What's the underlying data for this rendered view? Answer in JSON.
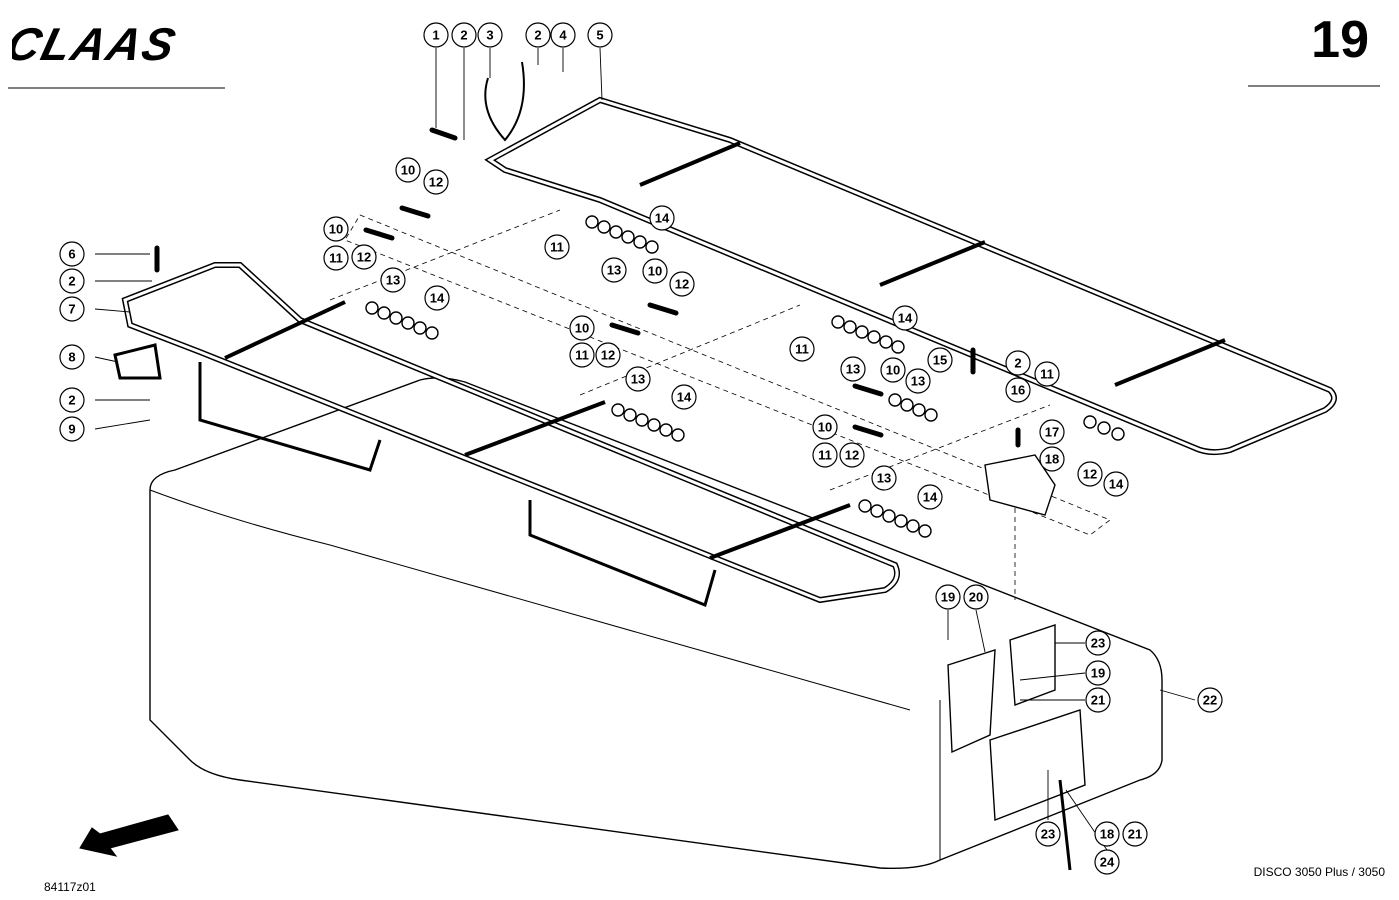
{
  "header": {
    "logo_text": "CLAAS",
    "sheet_number": "19"
  },
  "footer": {
    "drawing_id": "84117z01",
    "model": "DISCO 3050 Plus / 3050"
  },
  "callouts": [
    {
      "label": "1"
    },
    {
      "label": "2"
    },
    {
      "label": "3"
    },
    {
      "label": "2"
    },
    {
      "label": "4"
    },
    {
      "label": "5"
    },
    {
      "label": "10"
    },
    {
      "label": "12"
    },
    {
      "label": "10"
    },
    {
      "label": "12"
    },
    {
      "label": "11"
    },
    {
      "label": "13"
    },
    {
      "label": "14"
    },
    {
      "label": "11"
    },
    {
      "label": "14"
    },
    {
      "label": "13"
    },
    {
      "label": "10"
    },
    {
      "label": "12"
    },
    {
      "label": "6"
    },
    {
      "label": "2"
    },
    {
      "label": "7"
    },
    {
      "label": "8"
    },
    {
      "label": "2"
    },
    {
      "label": "9"
    },
    {
      "label": "10"
    },
    {
      "label": "11"
    },
    {
      "label": "12"
    },
    {
      "label": "13"
    },
    {
      "label": "14"
    },
    {
      "label": "11"
    },
    {
      "label": "14"
    },
    {
      "label": "13"
    },
    {
      "label": "10"
    },
    {
      "label": "13"
    },
    {
      "label": "15"
    },
    {
      "label": "2"
    },
    {
      "label": "16"
    },
    {
      "label": "11"
    },
    {
      "label": "17"
    },
    {
      "label": "18"
    },
    {
      "label": "12"
    },
    {
      "label": "14"
    },
    {
      "label": "10"
    },
    {
      "label": "11"
    },
    {
      "label": "12"
    },
    {
      "label": "13"
    },
    {
      "label": "14"
    },
    {
      "label": "19"
    },
    {
      "label": "20"
    },
    {
      "label": "23"
    },
    {
      "label": "19"
    },
    {
      "label": "21"
    },
    {
      "label": "22"
    },
    {
      "label": "23"
    },
    {
      "label": "24"
    },
    {
      "label": "18"
    },
    {
      "label": "21"
    }
  ]
}
